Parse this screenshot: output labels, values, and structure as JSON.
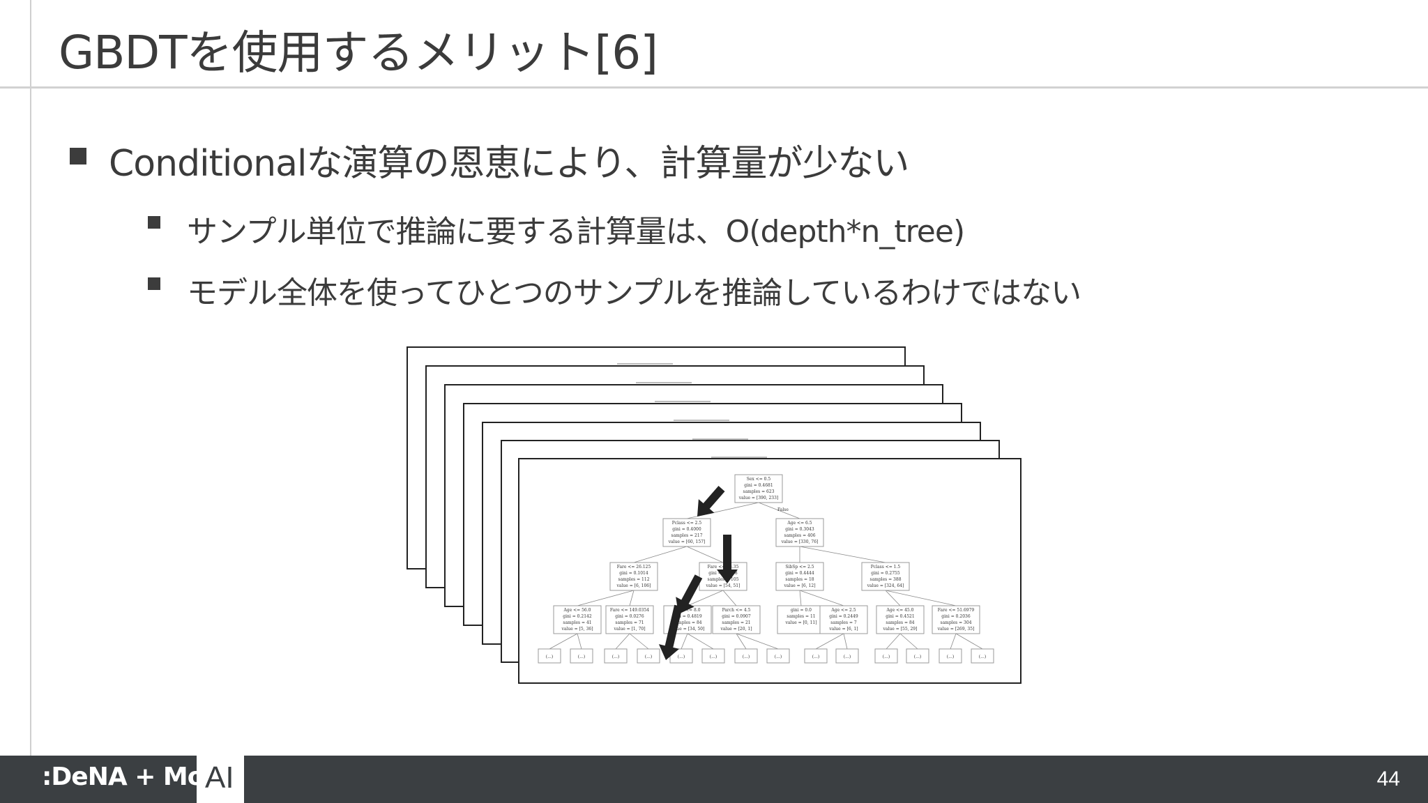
{
  "slide": {
    "title": "GBDTを使用するメリット[6]",
    "bullets": [
      "Conditionalな演算の恩恵により、計算量が少ない",
      "サンプル単位で推論に要する計算量は、O(depth*n_tree)",
      "モデル全体を使ってひとつのサンプルを推論しているわけではない"
    ],
    "page_number": "44"
  },
  "footer": {
    "logo_text": ":DeNA + MoT",
    "ai_label": "AI"
  },
  "tree": {
    "root": [
      "Sex <= 0.5",
      "gini = 0.4681",
      "samples = 623",
      "value = [390, 233]"
    ],
    "edge_false": "False",
    "l1": [
      [
        "Pclass <= 2.5",
        "gini = 0.4000",
        "samples = 217",
        "value = [60, 157]"
      ],
      [
        "Age <= 6.5",
        "gini = 0.3043",
        "samples = 406",
        "value = [330, 76]"
      ]
    ],
    "l2": [
      [
        "Fare <= 26.125",
        "gini = 0.1014",
        "samples = 112",
        "value = [6, 106]"
      ],
      [
        "Fare <= 23.35",
        "gini = 0.4998",
        "samples = 105",
        "value = [54, 51]"
      ],
      [
        "SibSp <= 2.5",
        "gini = 0.4444",
        "samples = 18",
        "value = [6, 12]"
      ],
      [
        "Pclass <= 1.5",
        "gini = 0.2755",
        "samples = 388",
        "value = [324, 64]"
      ]
    ],
    "l3": [
      [
        "Age <= 56.0",
        "gini = 0.2142",
        "samples = 41",
        "value = [5, 36]"
      ],
      [
        "Fare <= 149.0354",
        "gini = 0.0276",
        "samples = 71",
        "value = [1, 70]"
      ],
      [
        "Fare <= 8.0",
        "gini = 0.4819",
        "samples = 84",
        "value = [34, 50]"
      ],
      [
        "Parch <= 4.5",
        "gini = 0.0907",
        "samples = 21",
        "value = [20, 1]"
      ],
      [
        "gini = 0.0",
        "samples = 11",
        "value = [0, 11]",
        ""
      ],
      [
        "Age <= 2.5",
        "gini = 0.2449",
        "samples = 7",
        "value = [6, 1]"
      ],
      [
        "Age <= 45.0",
        "gini = 0.4521",
        "samples = 84",
        "value = [55, 29]"
      ],
      [
        "Fare <= 51.6979",
        "gini = 0.2036",
        "samples = 304",
        "value = [269, 35]"
      ]
    ],
    "leaf_label": "(...)"
  }
}
